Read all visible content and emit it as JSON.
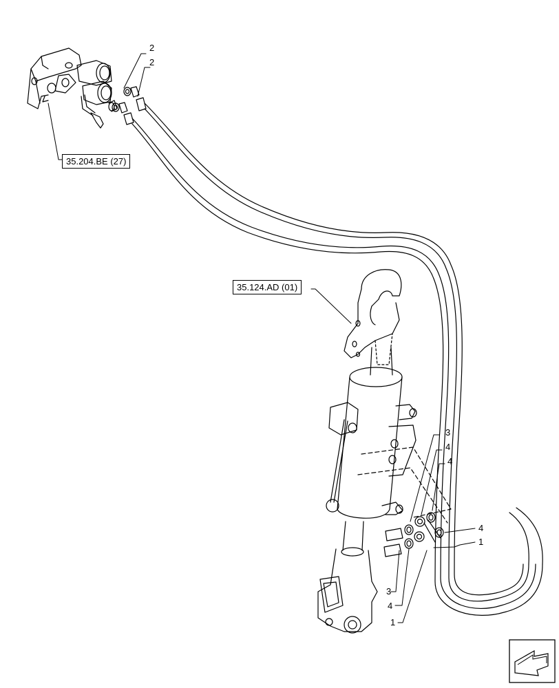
{
  "references": {
    "valve_ref": "35.204.BE (27)",
    "cylinder_ref": "35.124.AD (01)"
  },
  "callouts": {
    "top_a": "2",
    "top_b": "2",
    "right_3": "3",
    "right_4a": "4",
    "right_4b": "4",
    "right_4c": "4",
    "right_1": "1",
    "bottom_3": "3",
    "bottom_4": "4",
    "bottom_1": "1"
  },
  "icons": {
    "nav": "next-page-arrow-icon"
  },
  "colors": {
    "line": "#000000",
    "background": "#ffffff"
  }
}
